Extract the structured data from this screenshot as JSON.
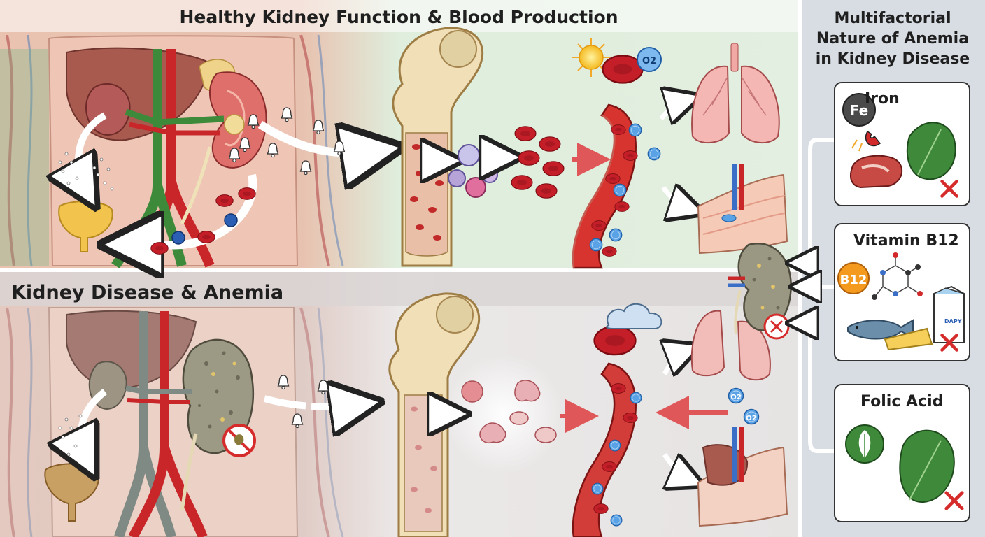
{
  "panels": {
    "healthy": {
      "title": "Healthy Kidney Function & Blood Production"
    },
    "disease": {
      "title": "Kidney Disease & Anemia"
    }
  },
  "sidebar": {
    "title_lines": [
      "Multifactorial",
      "Nature of Anemia",
      "in Kidney Disease"
    ],
    "cards": [
      {
        "title": "Iron",
        "badge": "Fe"
      },
      {
        "title": "Vitamin B12",
        "badge": "B12"
      },
      {
        "title": "Folic Acid",
        "badge": ""
      }
    ]
  },
  "labels": {
    "oxygen": "O2",
    "oxygen_small": "O₂",
    "milk": "DAPY"
  },
  "colors": {
    "healthy_bg": "#dcebd8",
    "disease_bg": "#e7e4e4",
    "sidebar_bg": "#d7dde3",
    "blood_red": "#c8202a",
    "vein_green": "#3d8a3a",
    "vein_gray": "#7f8a84",
    "o2_blue": "#3a7ec7",
    "forbidden_red": "#d62b2b"
  }
}
